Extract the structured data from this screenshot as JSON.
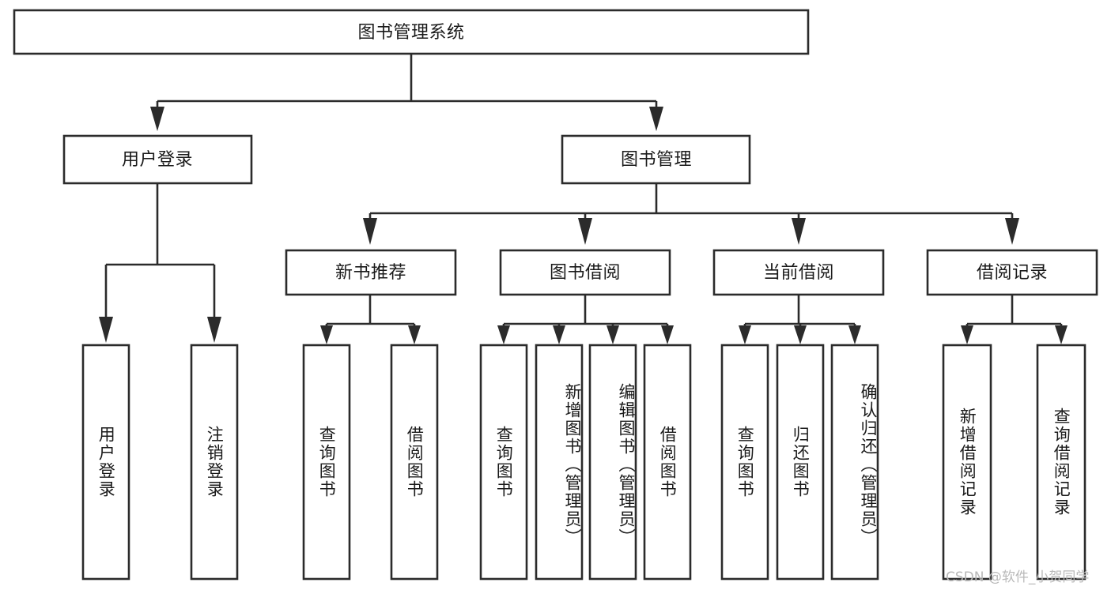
{
  "diagram": {
    "title": "图书管理系统",
    "type": "tree",
    "root": {
      "label": "图书管理系统"
    },
    "level2": [
      {
        "label": "用户登录"
      },
      {
        "label": "图书管理"
      }
    ],
    "level3": [
      {
        "label": "新书推荐"
      },
      {
        "label": "图书借阅"
      },
      {
        "label": "当前借阅"
      },
      {
        "label": "借阅记录"
      }
    ],
    "leaves": {
      "user_login": [
        {
          "label": "用户登录"
        },
        {
          "label": "注销登录"
        }
      ],
      "new_book_recommend": [
        {
          "label": "查询图书"
        },
        {
          "label": "借阅图书"
        }
      ],
      "book_borrow": [
        {
          "label": "查询图书"
        },
        {
          "label": "新增图书（管理员）"
        },
        {
          "label": "编辑图书（管理员）"
        },
        {
          "label": "借阅图书"
        }
      ],
      "current_borrow": [
        {
          "label": "查询图书"
        },
        {
          "label": "归还图书"
        },
        {
          "label": "确认归还（管理员）"
        }
      ],
      "borrow_record": [
        {
          "label": "新增借阅记录"
        },
        {
          "label": "查询借阅记录"
        }
      ]
    }
  },
  "watermark": {
    "text": "CSDN @软件_小贺同学"
  },
  "colors": {
    "stroke": "#2b2b2b",
    "fill": "#ffffff",
    "text": "#1a1a1a",
    "watermark": "#b9b9b9"
  }
}
